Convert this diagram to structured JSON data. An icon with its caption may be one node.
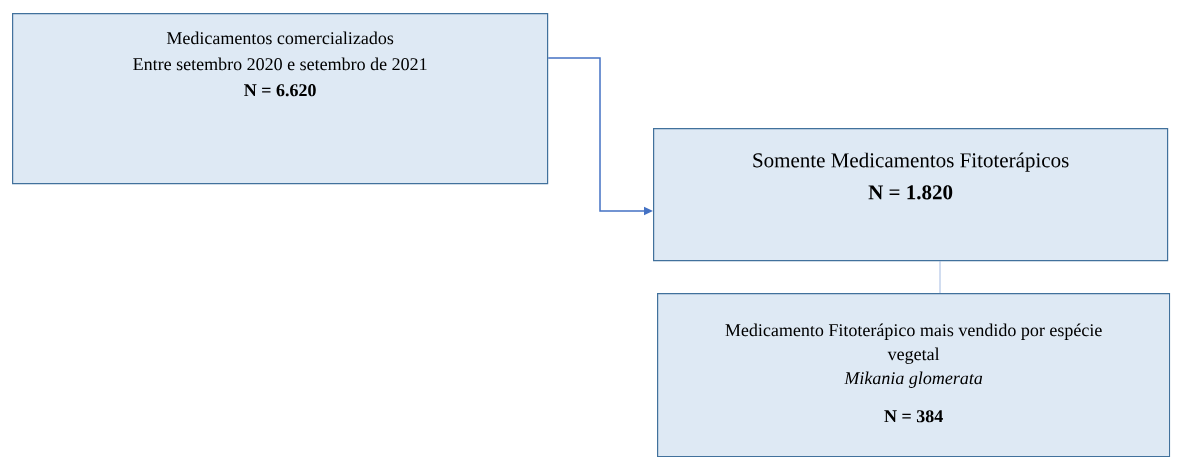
{
  "diagram": {
    "nodes": [
      {
        "text": [
          "Medicamentos comercializados",
          "Entre setembro 2020 e setembro de 2021",
          "N = 6.620"
        ]
      },
      {
        "text": [
          "Somente Medicamentos Fitoterápicos",
          "N = 1.820"
        ]
      },
      {
        "text": [
          "Medicamento Fitoterápico mais vendido por espécie vegetal",
          "Mikania glomerata",
          "N = 384"
        ]
      }
    ],
    "edges": [
      {
        "from": 0,
        "to": 1,
        "arrow": "to",
        "color": "#4472c4"
      },
      {
        "from": 1,
        "to": 2,
        "arrow": "none",
        "color": "#8eaadb"
      }
    ]
  }
}
